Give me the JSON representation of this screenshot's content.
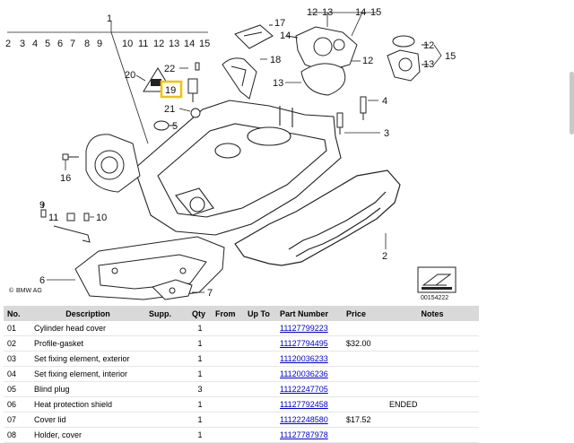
{
  "diagram": {
    "callouts": {
      "n1": "1",
      "n2": "2",
      "n3": "3",
      "n4": "4",
      "n5": "5",
      "n6": "6",
      "n7": "7",
      "n8": "8",
      "n9": "9",
      "n10": "10",
      "n11": "11",
      "n12": "12",
      "n13": "13",
      "n14": "14",
      "n15": "15",
      "n16": "16",
      "n17": "17",
      "n18": "18",
      "n19": "19",
      "n20": "20",
      "n21": "21",
      "n22": "22",
      "top_left_sequence": [
        "2",
        "3",
        "4",
        "5",
        "6",
        "7",
        "8",
        "9",
        "10",
        "11",
        "12",
        "13",
        "14",
        "15"
      ],
      "top_right_sequence": [
        "12",
        "13",
        "14",
        "15"
      ]
    },
    "highlighted_callout": "19",
    "highlight_color": "#f2c200",
    "brand_label": "BMW AG",
    "reference_number": "00154222"
  },
  "table": {
    "headers": {
      "no": "No.",
      "description": "Description",
      "supp": "Supp.",
      "qty": "Qty",
      "from": "From",
      "upto": "Up To",
      "part_number": "Part Number",
      "price": "Price",
      "notes": "Notes"
    },
    "rows": [
      {
        "no": "01",
        "description": "Cylinder head cover",
        "supp": "",
        "qty": "1",
        "from": "",
        "upto": "",
        "part_number": "11127799223",
        "price": "",
        "notes": ""
      },
      {
        "no": "02",
        "description": "Profile-gasket",
        "supp": "",
        "qty": "1",
        "from": "",
        "upto": "",
        "part_number": "11127794495",
        "price": "$32.00",
        "notes": ""
      },
      {
        "no": "03",
        "description": "Set fixing element, exterior",
        "supp": "",
        "qty": "1",
        "from": "",
        "upto": "",
        "part_number": "11120036233",
        "price": "",
        "notes": ""
      },
      {
        "no": "04",
        "description": "Set fixing element, interior",
        "supp": "",
        "qty": "1",
        "from": "",
        "upto": "",
        "part_number": "11120036236",
        "price": "",
        "notes": ""
      },
      {
        "no": "05",
        "description": "Blind plug",
        "supp": "",
        "qty": "3",
        "from": "",
        "upto": "",
        "part_number": "11122247705",
        "price": "",
        "notes": ""
      },
      {
        "no": "06",
        "description": "Heat protection shield",
        "supp": "",
        "qty": "1",
        "from": "",
        "upto": "",
        "part_number": "11127792458",
        "price": "",
        "notes": "ENDED"
      },
      {
        "no": "07",
        "description": "Cover lid",
        "supp": "",
        "qty": "1",
        "from": "",
        "upto": "",
        "part_number": "11122248580",
        "price": "$17.52",
        "notes": ""
      },
      {
        "no": "08",
        "description": "Holder, cover",
        "supp": "",
        "qty": "1",
        "from": "",
        "upto": "",
        "part_number": "11127787978",
        "price": "",
        "notes": ""
      }
    ]
  }
}
